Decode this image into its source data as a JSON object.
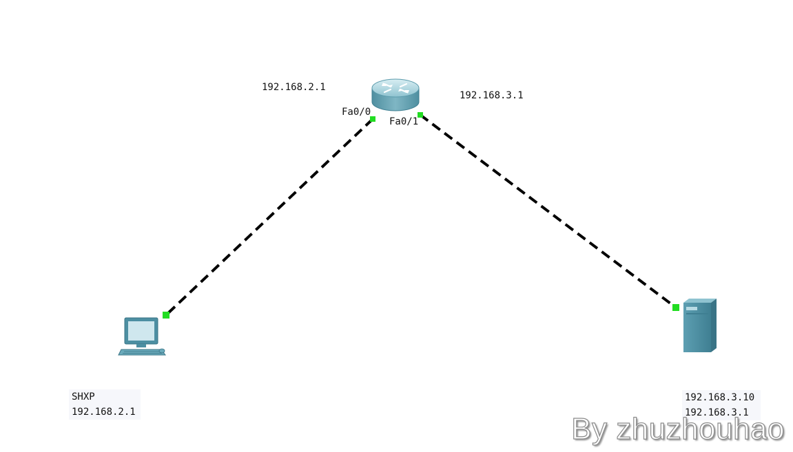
{
  "router": {
    "left_ip": "192.168.2.1",
    "right_ip": "192.168.3.1",
    "port_left": "Fa0/0",
    "port_right": "Fa0/1"
  },
  "pc": {
    "name": "SHXP",
    "ip": "192.168.2.1"
  },
  "server": {
    "ip": "192.168.3.10",
    "gateway": "192.168.3.1"
  },
  "watermark": "By zhuzhouhao",
  "colors": {
    "link": "#000000",
    "link_endpoint": "#22dd22",
    "device": "#5f9fb0"
  }
}
